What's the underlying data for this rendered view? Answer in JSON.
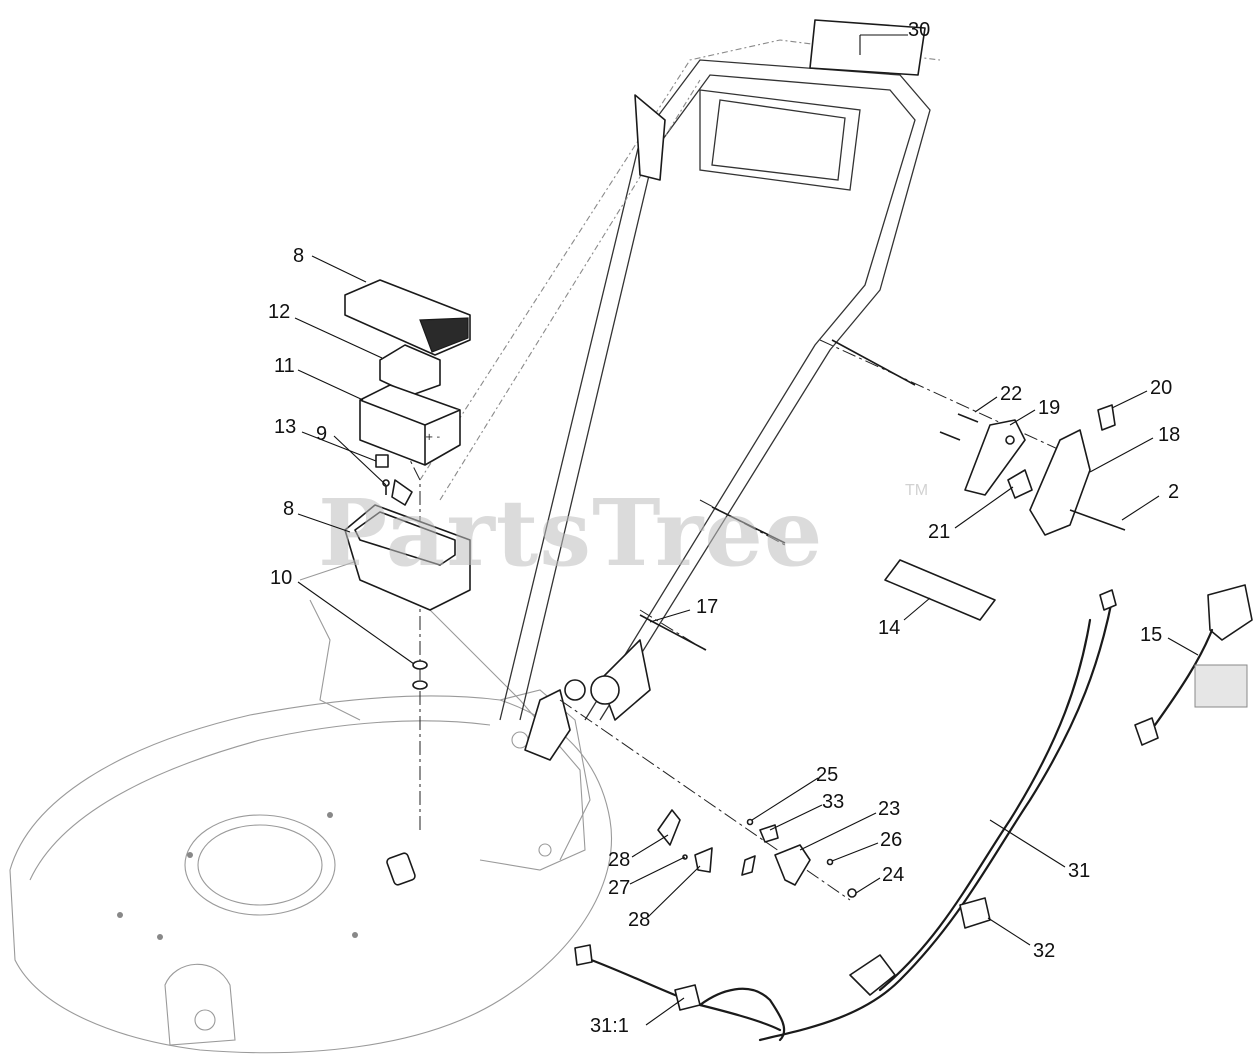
{
  "watermark": {
    "brand": "PartsTree",
    "trademark": "TM"
  },
  "callouts": [
    {
      "id": "c30",
      "label": "30"
    },
    {
      "id": "c8a",
      "label": "8"
    },
    {
      "id": "c12",
      "label": "12"
    },
    {
      "id": "c11",
      "label": "11"
    },
    {
      "id": "c13",
      "label": "13"
    },
    {
      "id": "c9",
      "label": "9"
    },
    {
      "id": "c8b",
      "label": "8"
    },
    {
      "id": "c10",
      "label": "10"
    },
    {
      "id": "c22",
      "label": "22"
    },
    {
      "id": "c19",
      "label": "19"
    },
    {
      "id": "c20",
      "label": "20"
    },
    {
      "id": "c18",
      "label": "18"
    },
    {
      "id": "c2",
      "label": "2"
    },
    {
      "id": "c21",
      "label": "21"
    },
    {
      "id": "c14",
      "label": "14"
    },
    {
      "id": "c17",
      "label": "17"
    },
    {
      "id": "c15",
      "label": "15"
    },
    {
      "id": "c25",
      "label": "25"
    },
    {
      "id": "c33",
      "label": "33"
    },
    {
      "id": "c23",
      "label": "23"
    },
    {
      "id": "c26",
      "label": "26"
    },
    {
      "id": "c24",
      "label": "24"
    },
    {
      "id": "c28a",
      "label": "28"
    },
    {
      "id": "c27",
      "label": "27"
    },
    {
      "id": "c28b",
      "label": "28"
    },
    {
      "id": "c31",
      "label": "31"
    },
    {
      "id": "c32",
      "label": "32"
    },
    {
      "id": "c311",
      "label": "31:1"
    }
  ]
}
